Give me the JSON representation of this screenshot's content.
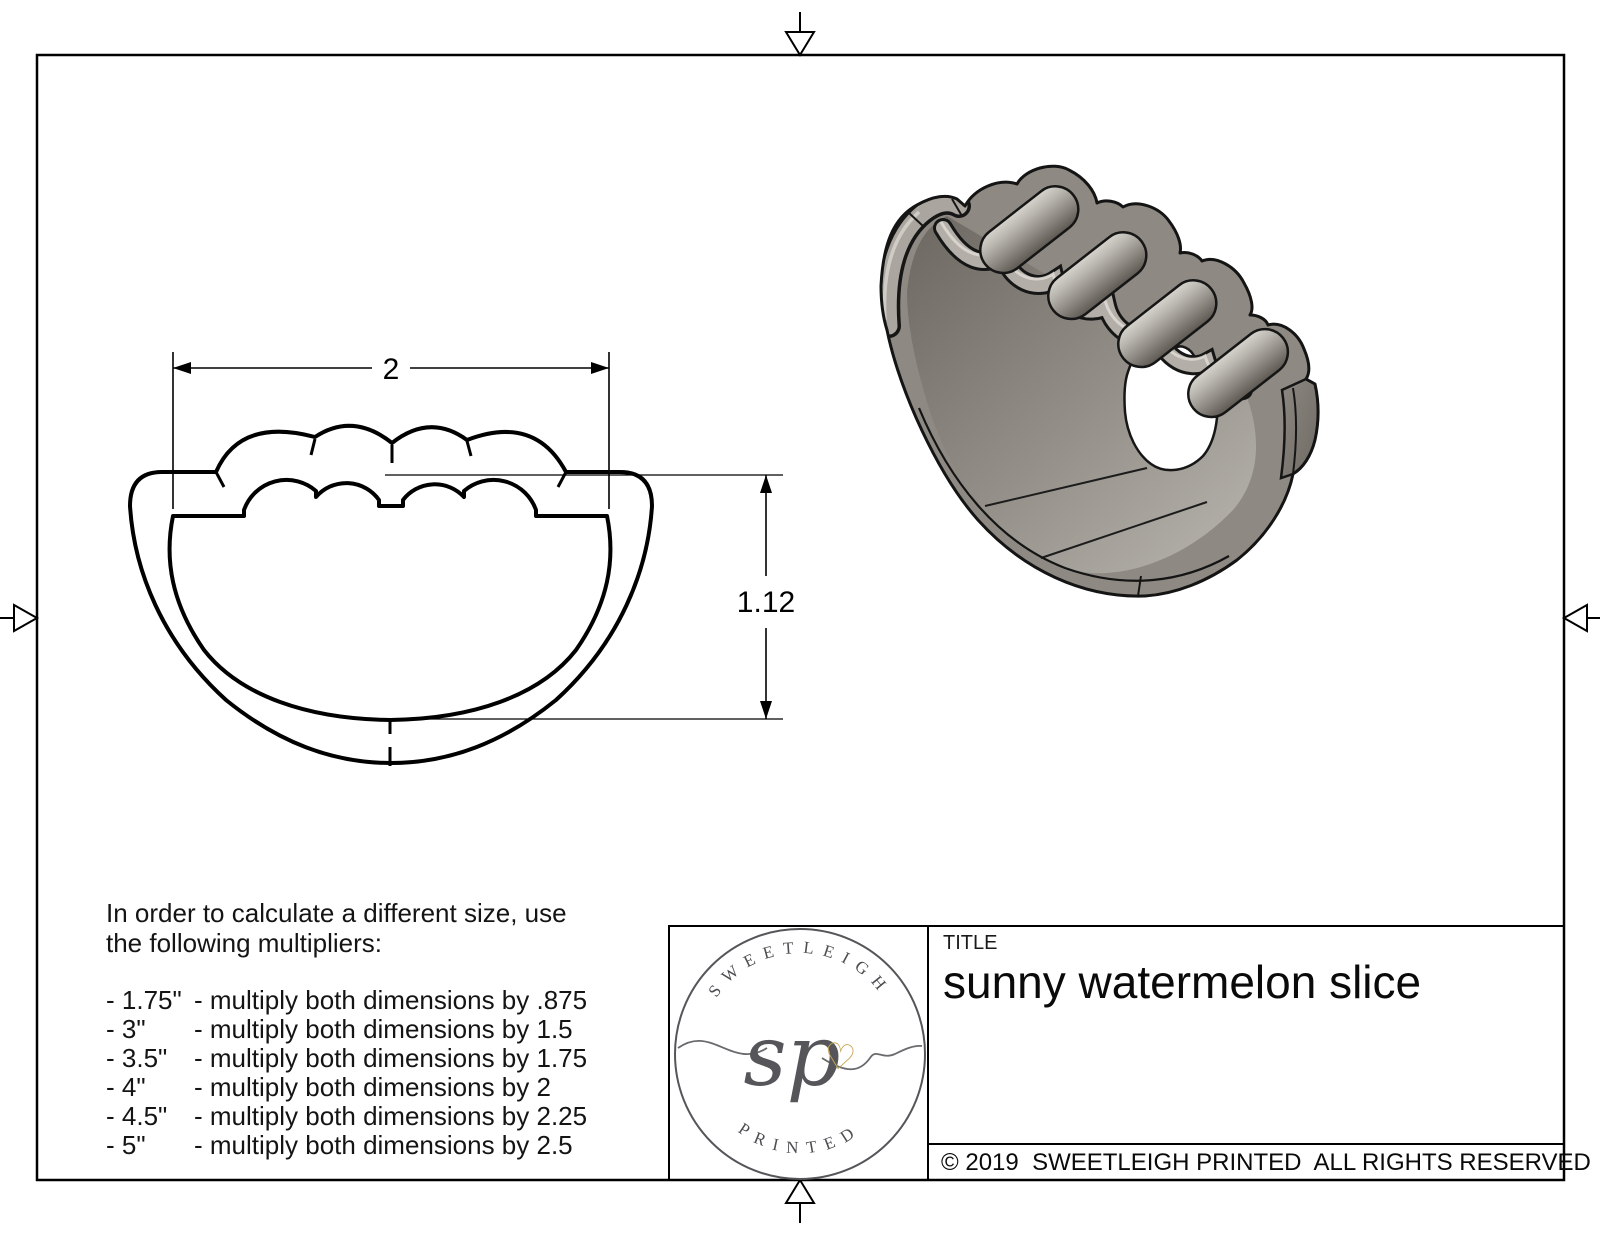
{
  "dimensions": {
    "width": "2",
    "height": "1.12"
  },
  "note": {
    "intro_line1": "In order to calculate a different size, use",
    "intro_line2": "the following multipliers:",
    "rows": [
      {
        "size": "- 1.75\"",
        "desc": "- multiply both dimensions by .875"
      },
      {
        "size": "- 3\"",
        "desc": "- multiply both dimensions by 1.5"
      },
      {
        "size": "- 3.5\"",
        "desc": "- multiply both dimensions by 1.75"
      },
      {
        "size": "- 4\"",
        "desc": "- multiply both dimensions by 2"
      },
      {
        "size": "- 4.5\"",
        "desc": "- multiply both dimensions by 2.25"
      },
      {
        "size": "- 5\"",
        "desc": "- multiply both dimensions by 2.5"
      }
    ]
  },
  "title_block": {
    "title_label": "TITLE",
    "product_title": "sunny watermelon slice",
    "copyright": "© 2019  SWEETLEIGH PRINTED  ALL RIGHTS RESERVED"
  },
  "logo": {
    "arc_top": "SWEETLEIGH",
    "arc_bottom": "PRINTED",
    "monogram": "sp",
    "heart": "♡"
  },
  "colors": {
    "line": "#000000",
    "logo_ink": "#4e4e52",
    "accent_gold": "#c7a555",
    "render_base": "#8e8a83",
    "render_dark": "#5d5952",
    "render_light": "#d7d4cd"
  }
}
